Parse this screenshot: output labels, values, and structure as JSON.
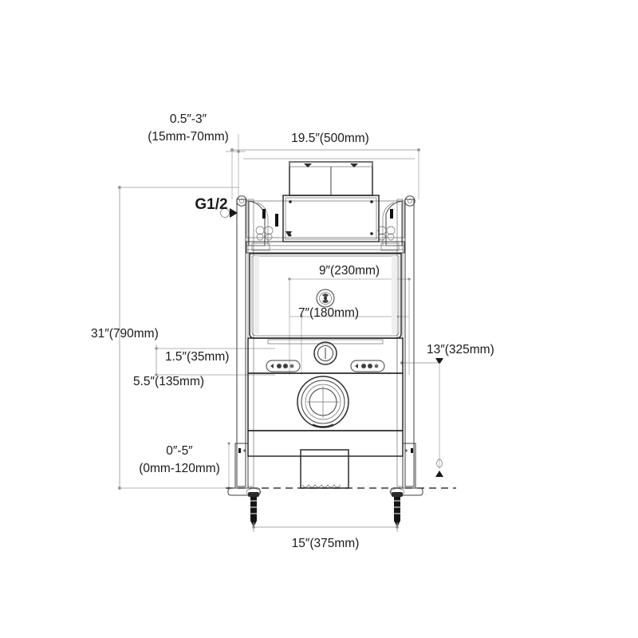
{
  "drawing": {
    "title": "Wall-hung toilet carrier frame dimensioned elevation",
    "type": "technical-elevation-drawing",
    "colors": {
      "line": "#2b2b2b",
      "dimension_line": "#a9a9a9",
      "text": "#1a1a1a",
      "fill_light": "#f3f3f3",
      "fill_dark": "#9a9a9a",
      "background": "#ffffff"
    }
  },
  "dimensions": {
    "wall_offset": {
      "name": "wall-offset-dimension",
      "imperial": "0.5″-3″",
      "metric": "(15mm-70mm)",
      "position": "top-left"
    },
    "overall_width": {
      "name": "overall-width-dimension",
      "label": "19.5″(500mm)",
      "imperial": "19.5″",
      "metric": "500mm",
      "position": "top"
    },
    "overall_height": {
      "name": "overall-height-dimension",
      "label": "31″(790mm)",
      "imperial": "31″",
      "metric": "790mm",
      "position": "left"
    },
    "bolt_spacing_wide": {
      "name": "bolt-spacing-wide-dimension",
      "label": "9″(230mm)",
      "imperial": "9″",
      "metric": "230mm",
      "position": "center-upper"
    },
    "bolt_spacing_narrow": {
      "name": "bolt-spacing-narrow-dimension",
      "label": "7″(180mm)",
      "imperial": "7″",
      "metric": "180mm",
      "position": "center"
    },
    "outlet_height": {
      "name": "outlet-height-dimension",
      "label": "13″(325mm)",
      "imperial": "13″",
      "metric": "325mm",
      "position": "right"
    },
    "small_offset": {
      "name": "small-offset-dimension",
      "label": "1.5″(35mm)",
      "imperial": "1.5″",
      "metric": "35mm",
      "position": "left-middle"
    },
    "mid_offset": {
      "name": "mid-offset-dimension",
      "label": "5.5″(135mm)",
      "imperial": "5.5″",
      "metric": "135mm",
      "position": "left-middle"
    },
    "floor_adjust": {
      "name": "floor-adjust-dimension",
      "imperial": "0″-5″",
      "metric": "(0mm-120mm)",
      "position": "bottom-left"
    },
    "foot_spacing": {
      "name": "foot-spacing-dimension",
      "label": "15″(375mm)",
      "imperial": "15″",
      "metric": "375mm",
      "position": "bottom"
    }
  },
  "callouts": {
    "water_inlet": {
      "name": "water-inlet-thread-callout",
      "label": "G1/2",
      "description": "water supply connection thread size"
    }
  },
  "components": {
    "access_panel": "access-panel",
    "cistern_body": "cistern-body",
    "frame_rail_left": "frame-rail-left",
    "frame_rail_right": "frame-rail-right",
    "waste_outlet": "waste-outlet-port",
    "flush_pipe_port": "flush-pipe-port",
    "bolt_bracket_left": "bolt-bracket-left",
    "bolt_bracket_right": "bolt-bracket-right",
    "anchor_bolt_left": "anchor-bolt-left",
    "anchor_bolt_right": "anchor-bolt-right",
    "floor_line": "floor-reference-line",
    "outlet_stub": "bottom-outlet-stub"
  }
}
